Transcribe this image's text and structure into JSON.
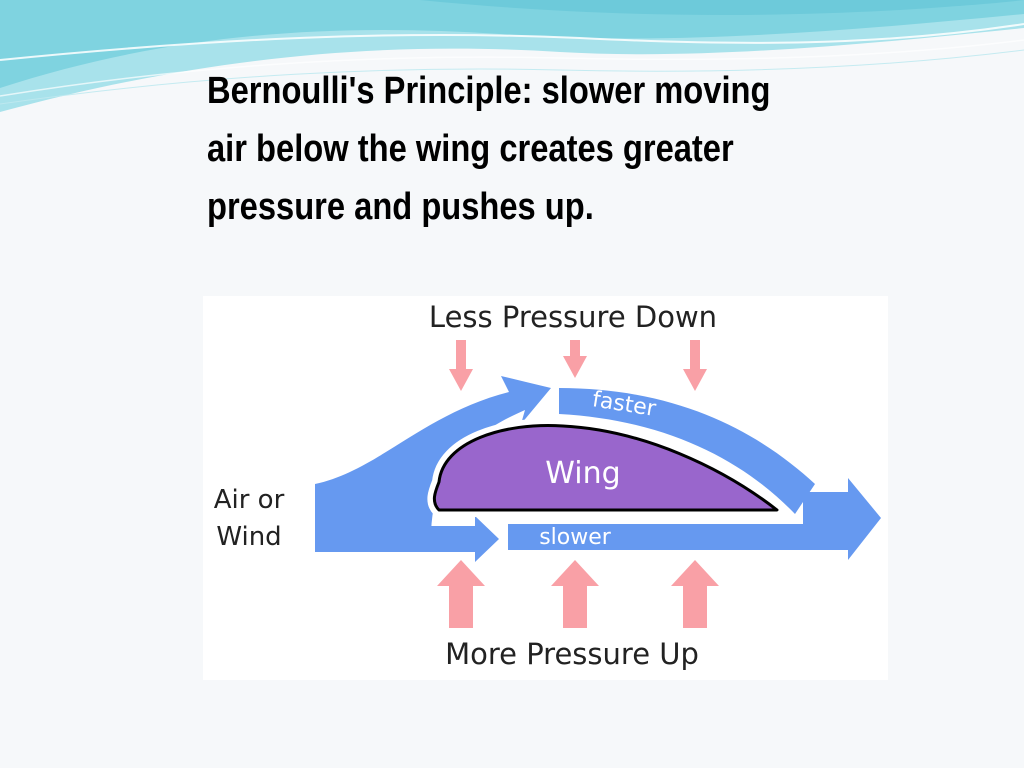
{
  "title": {
    "lines": [
      "Bernoulli's Principle: slower moving",
      "air below the wing creates greater",
      "pressure and pushes up."
    ]
  },
  "diagram": {
    "top_label": "Less Pressure Down",
    "bottom_label": "More Pressure Up",
    "left_label_line1": "Air or",
    "left_label_line2": "Wind",
    "wing_label": "Wing",
    "upper_flow_label": "faster",
    "lower_flow_label": "slower"
  },
  "colors": {
    "flow_arrow": "#6699f0",
    "wing_fill": "#9966cc",
    "pressure_arrow": "#f9a0a6",
    "diagram_background": "#ffffff",
    "wave_teal": "#7fd3e0"
  }
}
